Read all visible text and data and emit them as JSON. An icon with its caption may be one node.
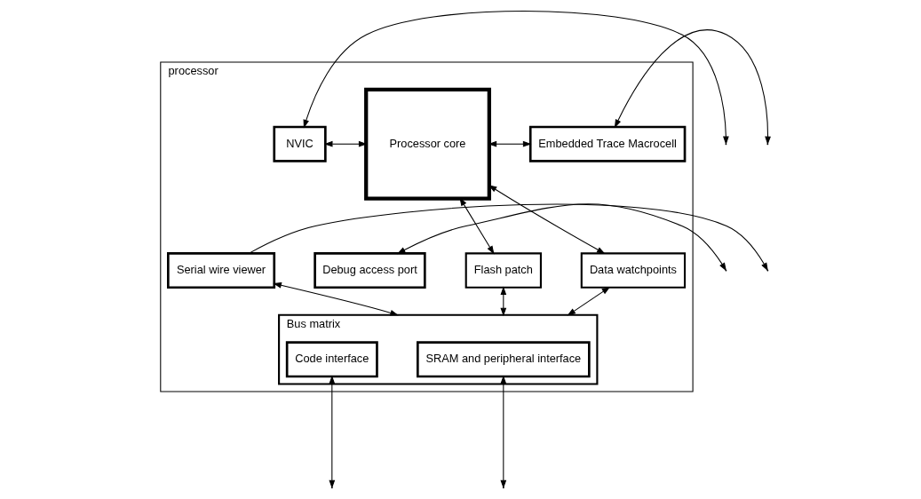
{
  "diagram": {
    "nodes": [
      {
        "text": [
          "processor"
        ]
      },
      {
        "text": [
          "NVIC"
        ],
        "in": 0
      },
      {
        "text": [
          "Processor core"
        ],
        "in": 0
      },
      {
        "text": [
          "Embedded Trace Macrocell"
        ],
        "in": 0
      },
      {
        "text": [
          "Debug access port"
        ],
        "in": 0
      },
      {
        "text": [
          "Flash patch"
        ],
        "in": 0
      },
      {
        "text": [
          "Data watchpoints"
        ],
        "in": 0
      },
      {
        "text": [
          "Serial wire viewer"
        ],
        "in": 0
      },
      {
        "text": [
          "Bus matrix"
        ],
        "in": 0
      },
      {
        "text": [
          "Code interface"
        ],
        "in": 8
      },
      {
        "text": [
          "SRAM and peripheral interface"
        ],
        "in": 8
      }
    ],
    "edges": [
      {
        "from": null,
        "to": 1,
        "arrow": "both"
      },
      {
        "from": 1,
        "to": 2,
        "arrow": "both"
      },
      {
        "from": 2,
        "to": 3,
        "arrow": "both"
      },
      {
        "from": 3,
        "to": null,
        "arrow": "both"
      },
      {
        "from": null,
        "to": 4,
        "arrow": "both"
      },
      {
        "from": 2,
        "to": 5,
        "arrow": "both"
      },
      {
        "from": 2,
        "to": 6,
        "arrow": "both"
      },
      {
        "from": 5,
        "to": 8,
        "arrow": "both"
      },
      {
        "from": 6,
        "to": 8,
        "arrow": "both"
      },
      {
        "from": 7,
        "to": 8,
        "arrow": "both"
      },
      {
        "from": 7,
        "to": null,
        "arrow": "to"
      },
      {
        "from": 9,
        "to": null,
        "arrow": "both"
      },
      {
        "from": 10,
        "to": null,
        "arrow": "both"
      }
    ]
  }
}
